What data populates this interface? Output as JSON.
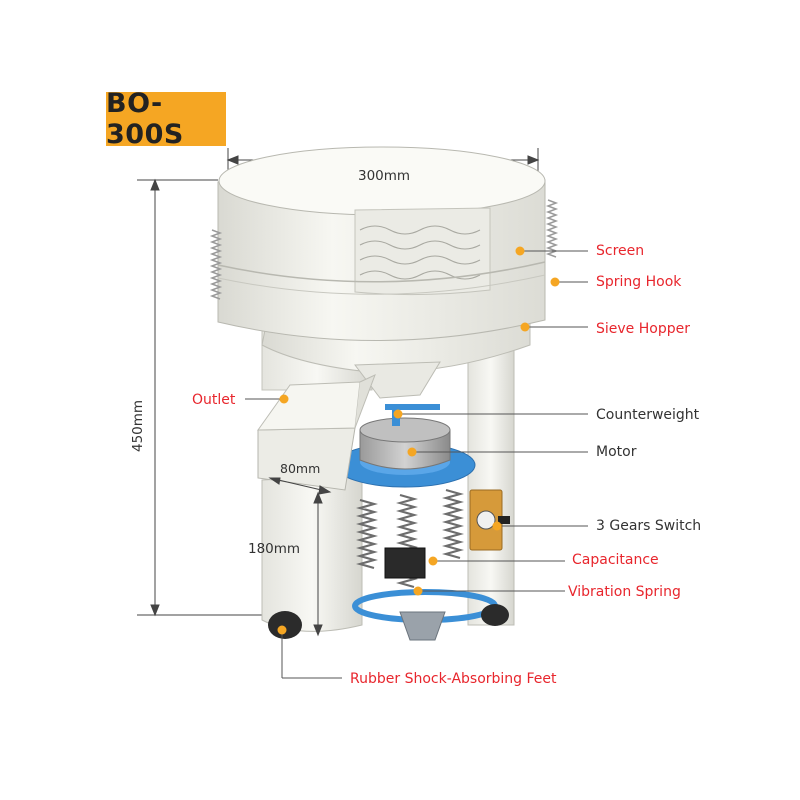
{
  "model": "BO-300S",
  "dimensions": {
    "diameter": "300mm",
    "height": "450mm",
    "outlet_width": "80mm",
    "outlet_height": "180mm"
  },
  "callouts": {
    "screen": "Screen",
    "spring_hook": "Spring Hook",
    "sieve_hopper": "Sieve Hopper",
    "outlet": "Outlet",
    "counterweight": "Counterweight",
    "motor": "Motor",
    "gears_switch": "3 Gears Switch",
    "capacitance": "Capacitance",
    "vibration_spring": "Vibration Spring",
    "rubber_feet": "Rubber Shock-Absorbing Feet"
  },
  "colors": {
    "badge": "#f5a623",
    "callout_dot": "#f5a623",
    "label_red": "#e8262d",
    "machine_body": "#f3f3ee",
    "motor_base": "#3b8fd6"
  }
}
